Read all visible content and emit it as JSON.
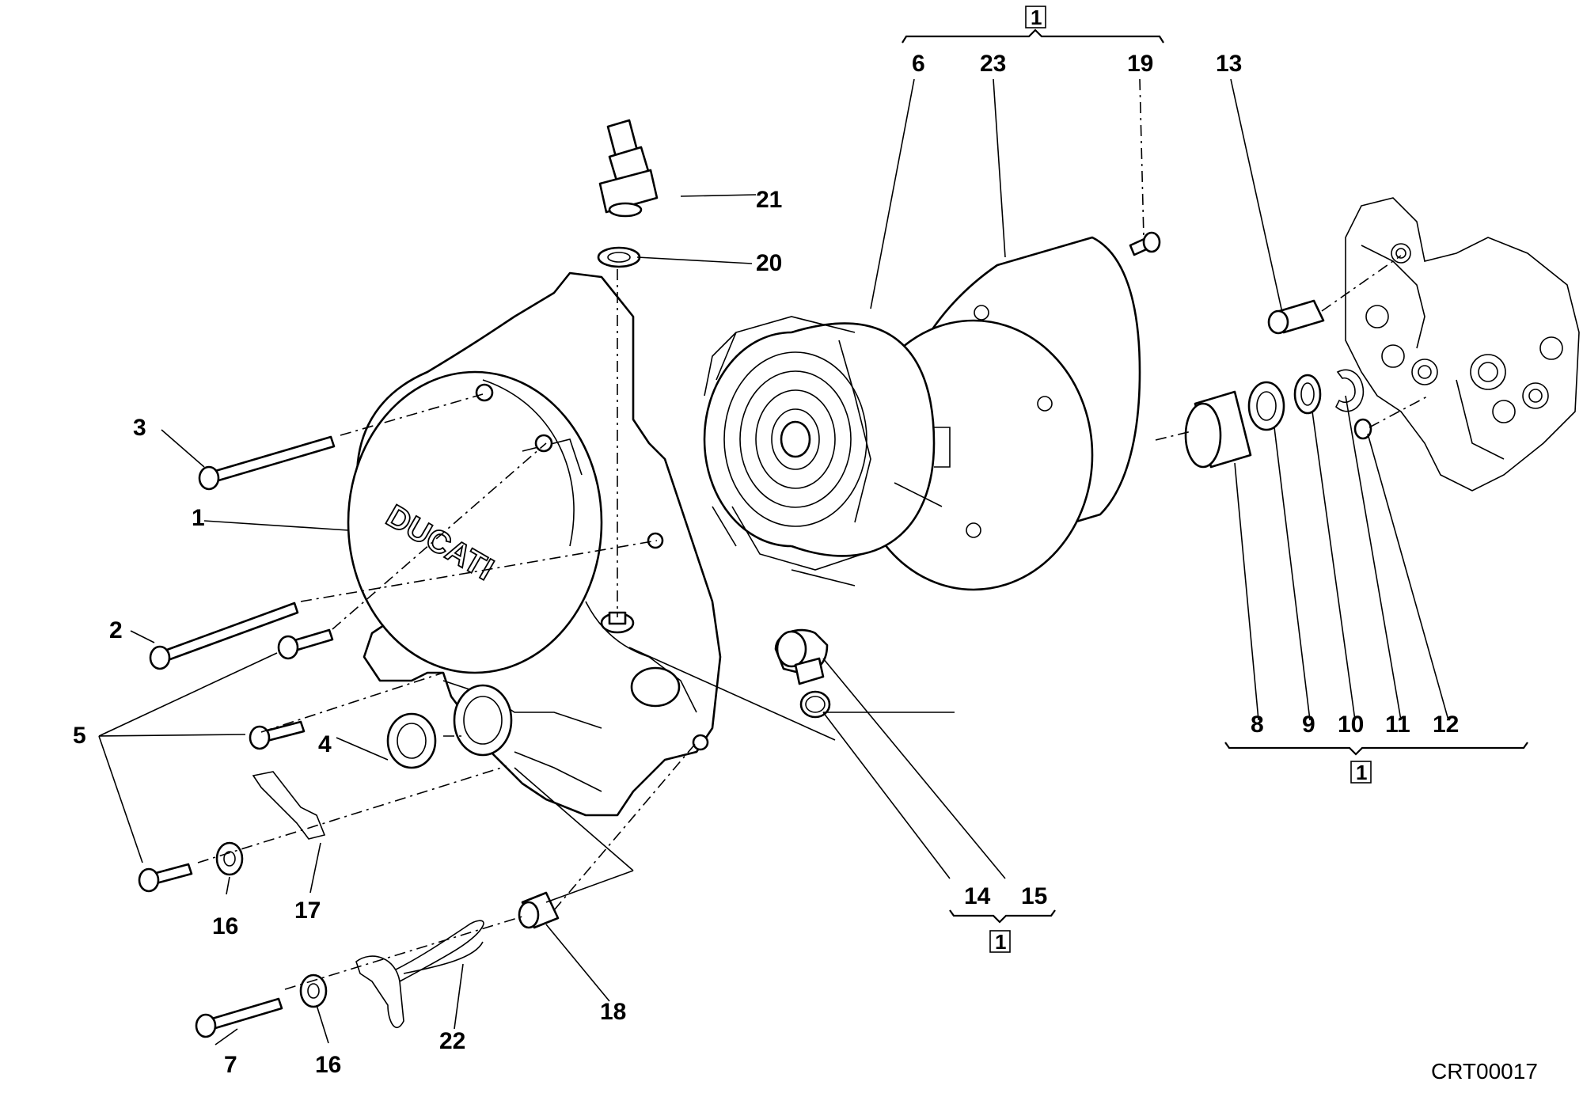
{
  "image_code": "CRT00017",
  "cover_logo": "DUCATI",
  "part_labels": {
    "p1": "1",
    "p2": "2",
    "p3": "3",
    "p4": "4",
    "p5": "5",
    "p6": "6",
    "p7": "7",
    "p8": "8",
    "p9": "9",
    "p10": "10",
    "p11": "11",
    "p12": "12",
    "p13": "13",
    "p14": "14",
    "p15": "15",
    "p16a": "16",
    "p16b": "16",
    "p17": "17",
    "p18": "18",
    "p19": "19",
    "p20": "20",
    "p21": "21",
    "p22": "22",
    "p23": "23"
  },
  "group_box_label": "1"
}
